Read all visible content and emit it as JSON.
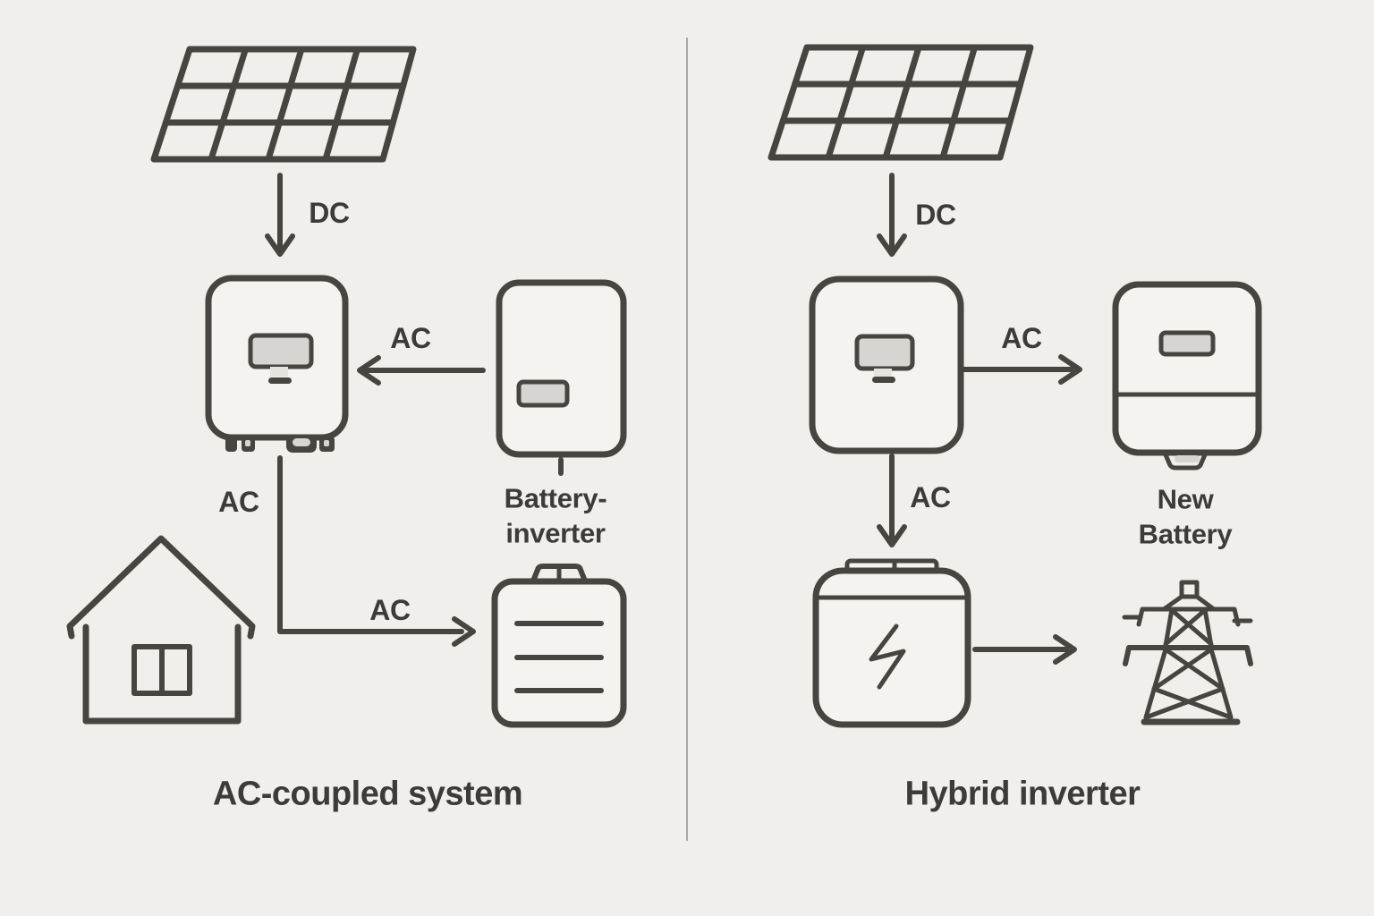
{
  "colors": {
    "bg": "#f0efeb",
    "box-fill": "#f4f3ef",
    "stroke": "#474540",
    "screen-fill": "#d6d5d2",
    "text": "#3c3b37",
    "divider": "#a9a8a5"
  },
  "left_system": {
    "caption": "AC-coupled system",
    "dc_label": "DC",
    "ac_from_battery_inverter_label": "AC",
    "ac_vertical_label": "AC",
    "ac_to_battery_label": "AC",
    "battery_inverter_label": {
      "line1": "Battery-",
      "line2": "inverter"
    }
  },
  "right_system": {
    "caption": "Hybrid inverter",
    "dc_label": "DC",
    "ac_to_new_battery_label": "AC",
    "ac_down_label": "AC",
    "new_battery_label": {
      "line1": "New",
      "line2": "Battery"
    }
  },
  "icons": {
    "solar-panel-icon": "slanted grid parallelogram, 4x3 cells",
    "inverter-icon": "rounded box with display screen and feet",
    "battery-inverter-icon": "tall rounded box with port slot",
    "house-icon": "house outline with two-pane window",
    "battery-icon": "battery with top terminals and three lines",
    "hybrid-inverter-icon": "rounded box with display screen",
    "new-battery-icon": "rounded box with port, divider and base tab",
    "charging-battery-icon": "battery with lightning bolt",
    "power-grid-tower-icon": "transmission tower pylon"
  }
}
